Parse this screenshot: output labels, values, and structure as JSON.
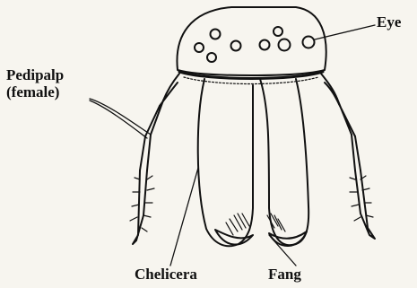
{
  "labels": {
    "eye": "Eye",
    "pedipalp_line1": "Pedipalp",
    "pedipalp_line2": "(female)",
    "chelicera": "Chelicera",
    "fang": "Fang"
  },
  "colors": {
    "background": "#f7f5ef",
    "ink": "#111111"
  }
}
